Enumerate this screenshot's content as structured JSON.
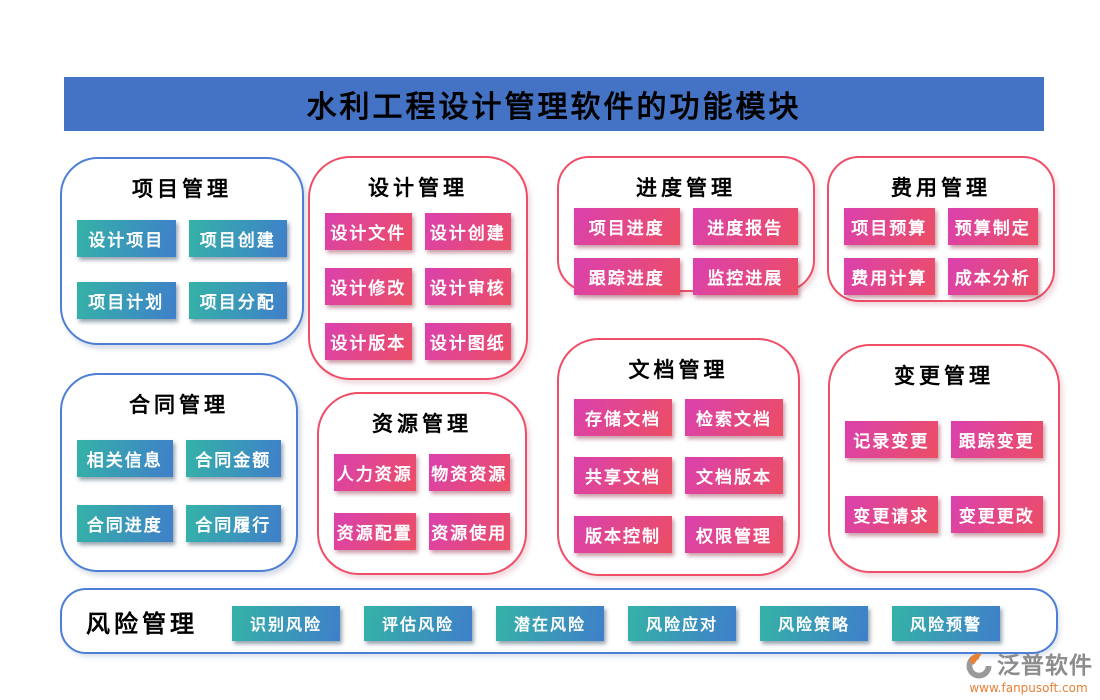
{
  "title": "水利工程设计管理软件的功能模块",
  "colors": {
    "banner_bg": "#4472c4",
    "blue_card_border": "#4d7fd6",
    "pink_card_border": "#ef4e68",
    "blue_btn_start": "#35b2a7",
    "blue_btn_end": "#3f7fca",
    "pink_btn_start": "#da41ae",
    "pink_btn_end": "#ec4e63",
    "brand_orange": "#e87f33",
    "brand_gray": "#8c8c8c"
  },
  "modules": [
    {
      "id": "project-management",
      "name": "项目管理",
      "theme": "blue",
      "items": [
        "设计项目",
        "项目创建",
        "项目计划",
        "项目分配"
      ]
    },
    {
      "id": "design-management",
      "name": "设计管理",
      "theme": "pink",
      "items": [
        "设计文件",
        "设计创建",
        "设计修改",
        "设计审核",
        "设计版本",
        "设计图纸"
      ]
    },
    {
      "id": "progress-management",
      "name": "进度管理",
      "theme": "pink",
      "items": [
        "项目进度",
        "进度报告",
        "跟踪进度",
        "监控进展"
      ]
    },
    {
      "id": "cost-management",
      "name": "费用管理",
      "theme": "pink",
      "items": [
        "项目预算",
        "预算制定",
        "费用计算",
        "成本分析"
      ]
    },
    {
      "id": "contract-management",
      "name": "合同管理",
      "theme": "blue",
      "items": [
        "相关信息",
        "合同金额",
        "合同进度",
        "合同履行"
      ]
    },
    {
      "id": "resource-management",
      "name": "资源管理",
      "theme": "pink",
      "items": [
        "人力资源",
        "物资资源",
        "资源配置",
        "资源使用"
      ]
    },
    {
      "id": "document-management",
      "name": "文档管理",
      "theme": "pink",
      "items": [
        "存储文档",
        "检索文档",
        "共享文档",
        "文档版本",
        "版本控制",
        "权限管理"
      ]
    },
    {
      "id": "change-management",
      "name": "变更管理",
      "theme": "pink",
      "items": [
        "记录变更",
        "跟踪变更",
        "变更请求",
        "变更更改"
      ]
    },
    {
      "id": "risk-management",
      "name": "风险管理",
      "theme": "blue",
      "items": [
        "识别风险",
        "评估风险",
        "潜在风险",
        "风险应对",
        "风险策略",
        "风险预警"
      ]
    }
  ],
  "footer": {
    "brand": "泛普软件",
    "url": "www.fanpusoft.com"
  }
}
